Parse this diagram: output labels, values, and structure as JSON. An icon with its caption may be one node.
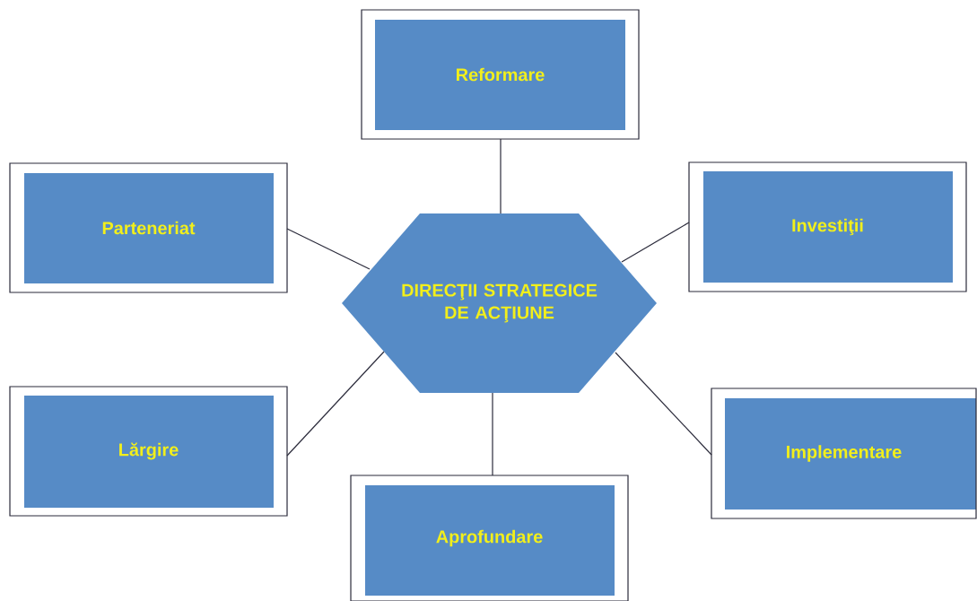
{
  "diagram": {
    "nodes": [
      {
        "text": [
          "Reformare"
        ]
      },
      {
        "text": [
          "Parteneriat"
        ]
      },
      {
        "text": [
          "Investiţii"
        ]
      },
      {
        "text": [
          "DIRECŢII STRATEGICE DE ACŢIUNE"
        ]
      },
      {
        "text": [
          "Lărgire"
        ]
      },
      {
        "text": [
          "Implementare"
        ]
      },
      {
        "text": [
          "Aprofundare"
        ]
      }
    ],
    "edges": [
      {
        "from": 3,
        "to": 0,
        "arrow": "none"
      },
      {
        "from": 3,
        "to": 1,
        "arrow": "none"
      },
      {
        "from": 3,
        "to": 2,
        "arrow": "none"
      },
      {
        "from": 3,
        "to": 4,
        "arrow": "none"
      },
      {
        "from": 3,
        "to": 5,
        "arrow": "none"
      },
      {
        "from": 3,
        "to": 6,
        "arrow": "none"
      }
    ]
  }
}
